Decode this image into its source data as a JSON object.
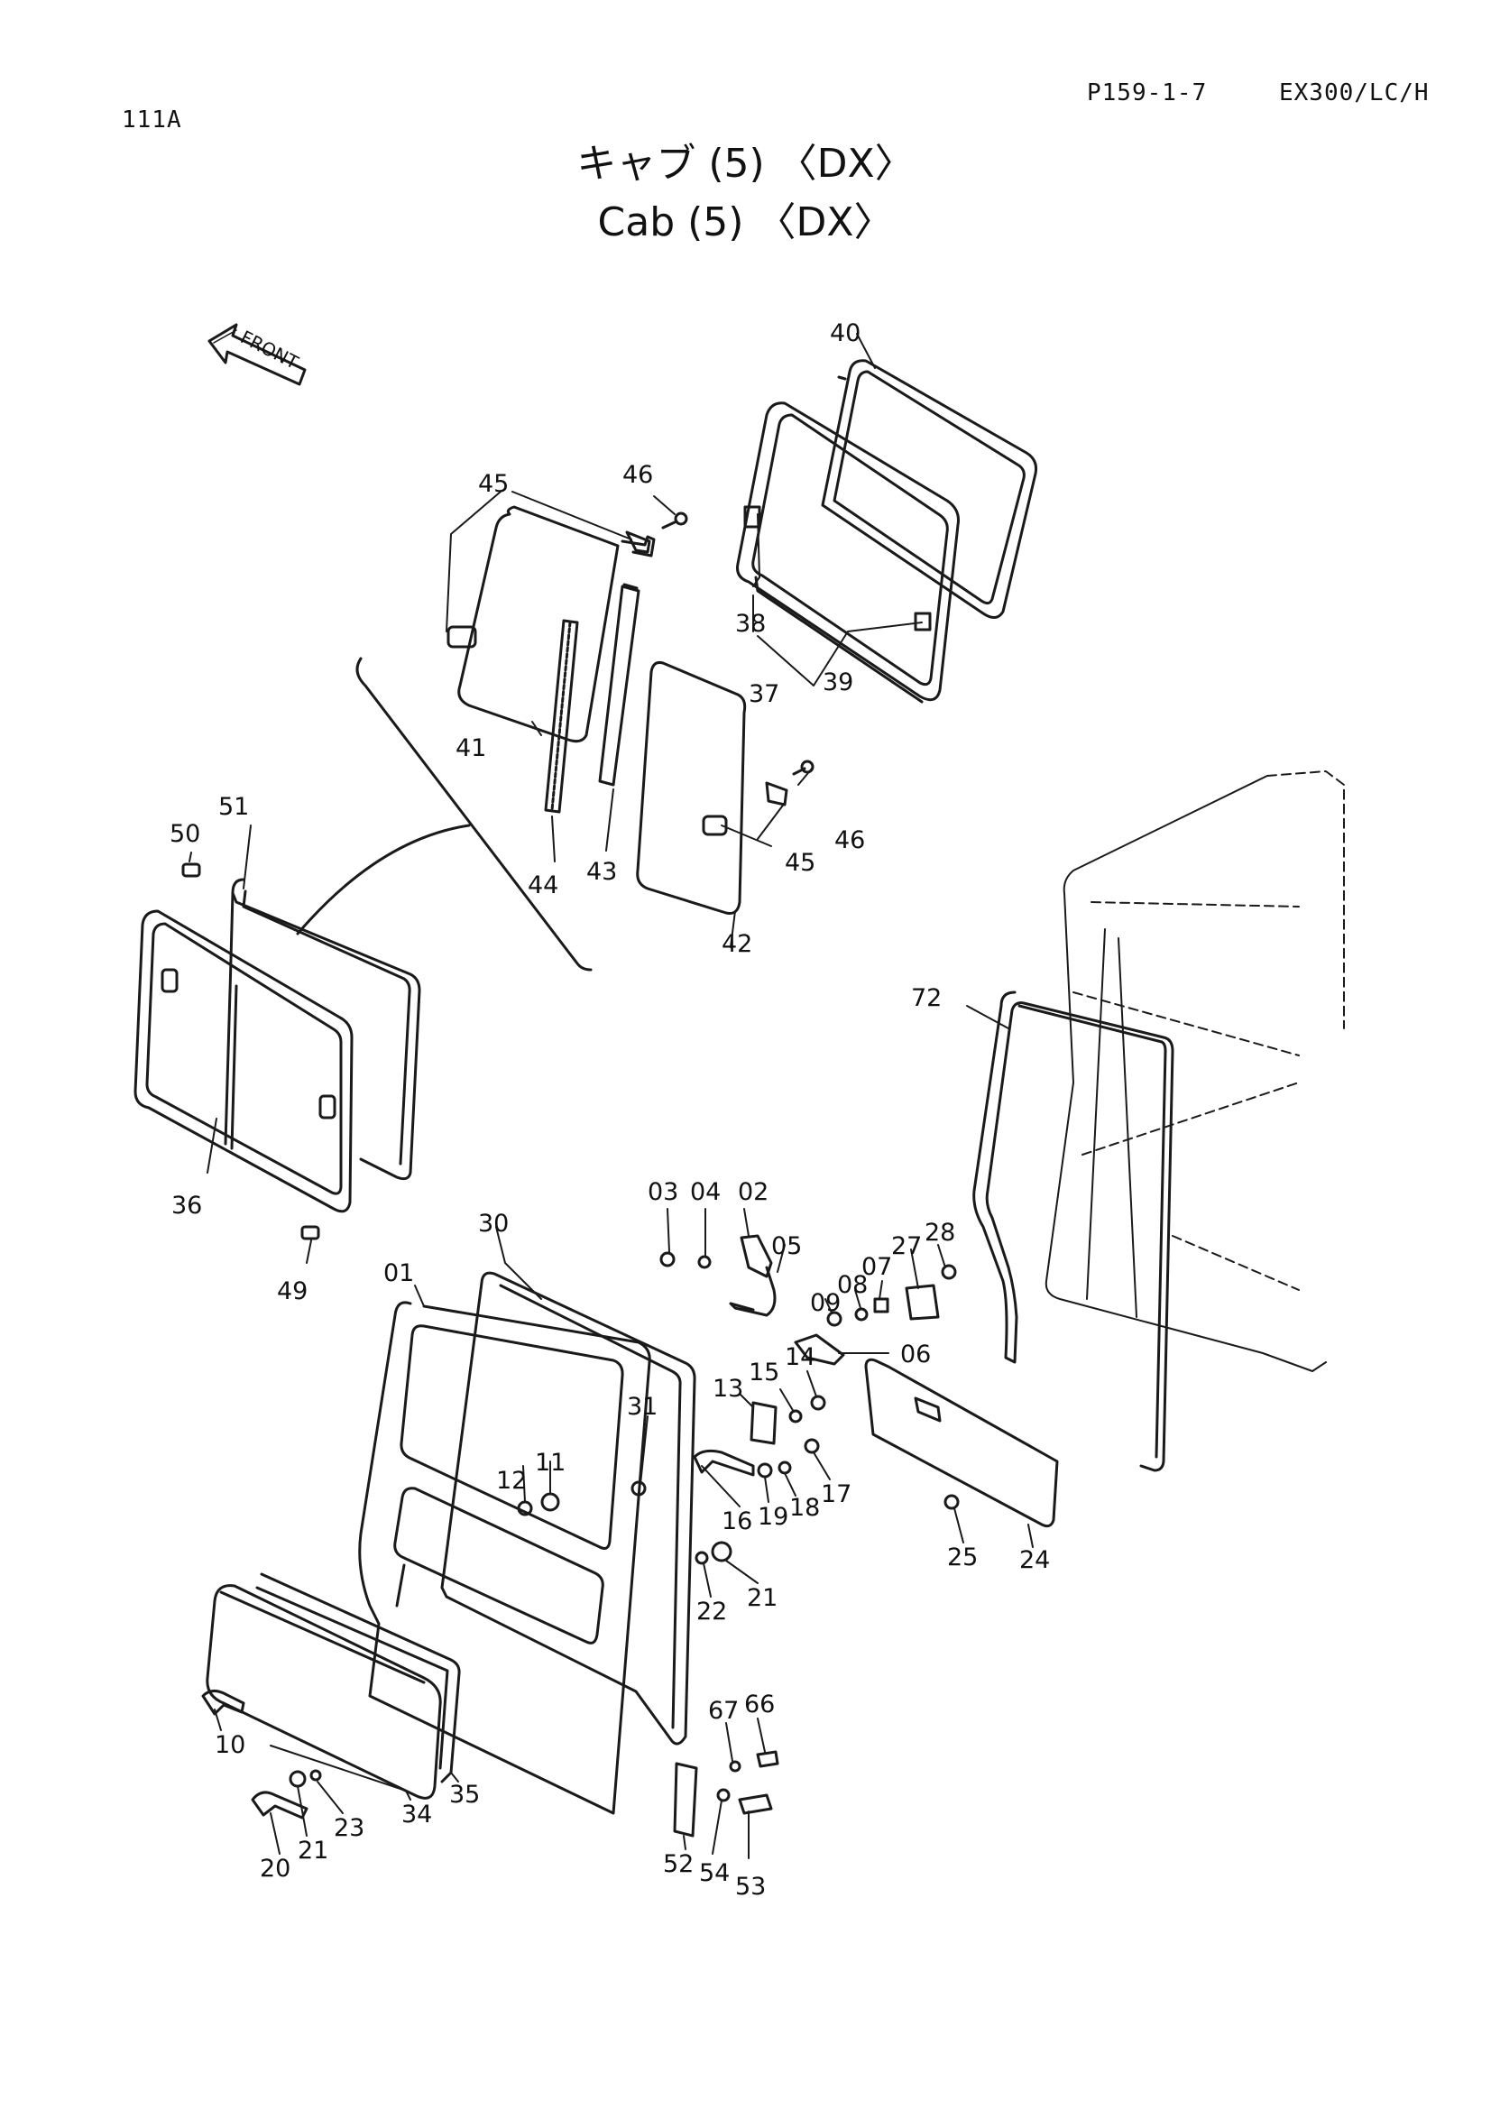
{
  "header": {
    "page_code": "111A",
    "page_ref": "P159-1-7",
    "model": "EX300/LC/H"
  },
  "title": {
    "japanese": "キャブ (5) 〈DX〉",
    "english": "Cab (5) 〈DX〉"
  },
  "front_indicator": "FRONT",
  "part_labels": [
    "40",
    "45",
    "46",
    "38",
    "37",
    "39",
    "41",
    "44",
    "43",
    "42",
    "46",
    "45",
    "51",
    "50",
    "36",
    "49",
    "72",
    "03",
    "04",
    "02",
    "05",
    "09",
    "08",
    "07",
    "27",
    "28",
    "06",
    "30",
    "01",
    "31",
    "12",
    "11",
    "13",
    "15",
    "14",
    "16",
    "19",
    "18",
    "17",
    "22",
    "21",
    "25",
    "24",
    "10",
    "34",
    "35",
    "20",
    "21",
    "23",
    "67",
    "66",
    "52",
    "54",
    "53"
  ]
}
